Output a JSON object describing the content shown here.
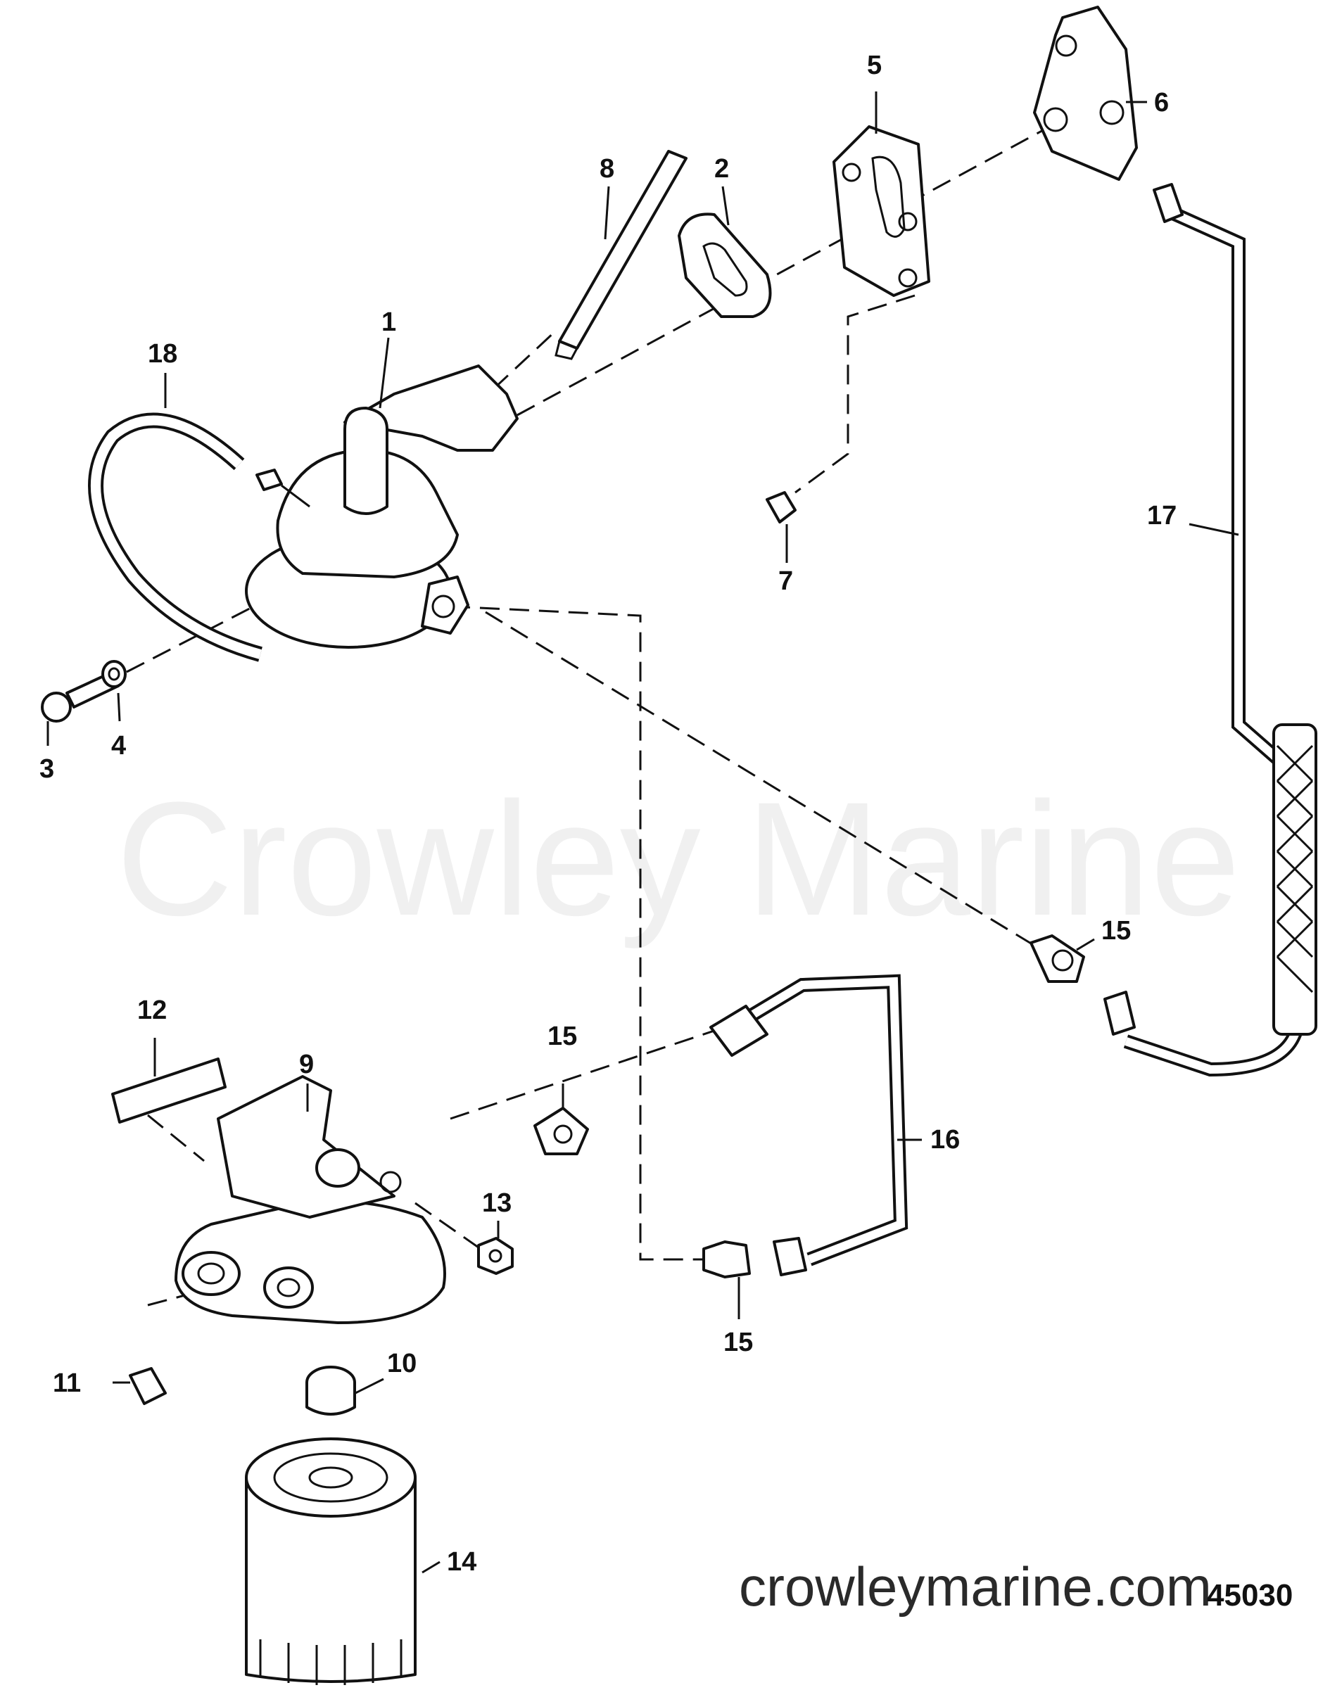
{
  "diagram": {
    "watermark_main": "Crowley Marine",
    "watermark_url": "crowleymarine.com",
    "figure_number": "45030",
    "callouts": {
      "fuel_pump": "1",
      "gasket_small": "2",
      "bolt": "3",
      "washer": "4",
      "mounting_plate": "5",
      "gasket_plate": "6",
      "screw": "7",
      "vent_tube": "8",
      "filter_base": "9",
      "adapter": "10",
      "plug": "11",
      "decal": "12",
      "nut": "13",
      "fuel_filter": "14",
      "fitting_a": "15",
      "fitting_b": "15",
      "fitting_c": "15",
      "fuel_line_16": "16",
      "fuel_line_17": "17",
      "hose": "18"
    }
  }
}
